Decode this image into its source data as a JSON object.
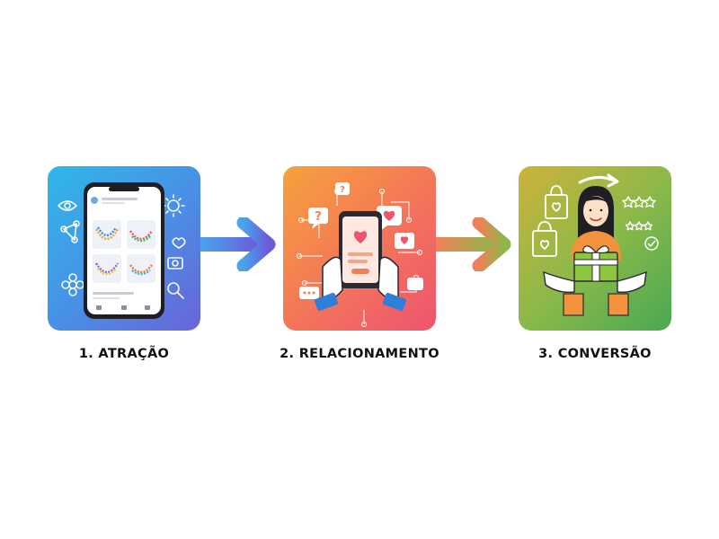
{
  "steps": [
    {
      "label": "1. ATRAÇÃO",
      "icon": "social-media-phone-icon"
    },
    {
      "label": "2. RELACIONAMENTO",
      "icon": "chat-phone-icon"
    },
    {
      "label": "3. CONVERSÃO",
      "icon": "gift-purchase-icon"
    }
  ],
  "colors": {
    "step1_gradient": [
      "#2fb8e8",
      "#6a64d8"
    ],
    "step2_gradient": [
      "#f7a23c",
      "#ee5470"
    ],
    "step3_gradient": [
      "#cdb23a",
      "#49a953"
    ],
    "arrow1": [
      "#4aa4ec",
      "#6a5ad8"
    ],
    "arrow2": [
      "#f0805a",
      "#8cb84a"
    ],
    "label_text": "#111111"
  }
}
